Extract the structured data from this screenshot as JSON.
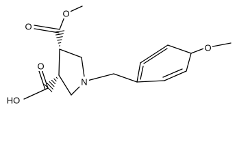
{
  "structure": {
    "atoms": {
      "ester_carbonyl_o": "O",
      "ester_ether_o": "O",
      "acid_carbonyl_o": "O",
      "acid_hydroxyl": "HO",
      "ring_nitrogen": "N",
      "methoxy_o": "O"
    },
    "colors": {
      "bonds": "#000000",
      "labels": "#000000",
      "background": "#ffffff"
    }
  }
}
